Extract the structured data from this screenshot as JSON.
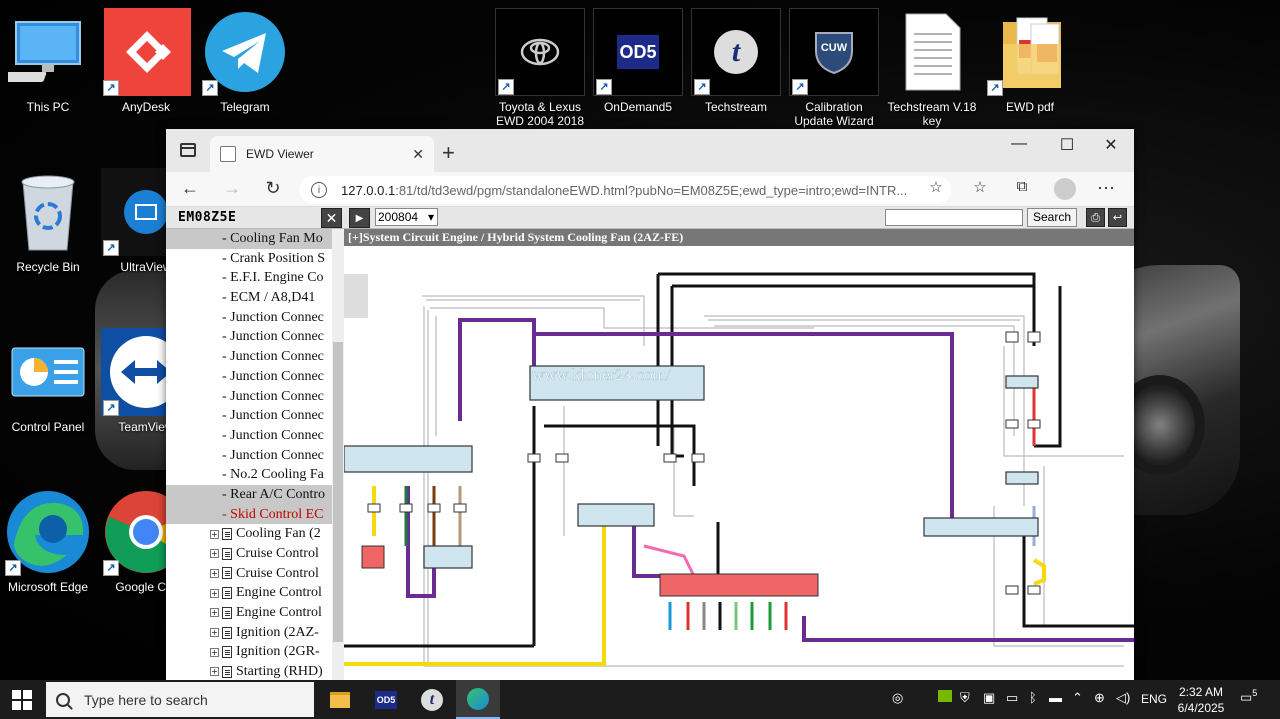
{
  "desktop": {
    "icons": [
      {
        "label": "This PC"
      },
      {
        "label": "AnyDesk"
      },
      {
        "label": "Telegram"
      },
      {
        "label": "Toyota & Lexus EWD 2004 2018"
      },
      {
        "label": "OnDemand5",
        "badge": "OD5"
      },
      {
        "label": "Techstream",
        "badge": "t"
      },
      {
        "label": "Calibration Update Wizard",
        "badge": "CUW"
      },
      {
        "label": "Techstream V.18 key"
      },
      {
        "label": "EWD pdf"
      },
      {
        "label": "Recycle Bin"
      },
      {
        "label": "UltraView"
      },
      {
        "label": "Control Panel"
      },
      {
        "label": "TeamView"
      },
      {
        "label": "Microsoft Edge"
      },
      {
        "label": "Google Chr"
      }
    ]
  },
  "browser": {
    "tab_title": "EWD Viewer",
    "url_host": "127.0.0.1",
    "url_rest": ":81/td/td3ewd/pgm/standaloneEWD.html?pubNo=EM08Z5E;ewd_type=intro;ewd=INTR...",
    "controls": {
      "minimize": "—",
      "maximize": "☐",
      "close": "✕"
    }
  },
  "viewer": {
    "pub_no": "EM08Z5E",
    "close_label": "✕",
    "play_label": "▶",
    "date_select": "200804",
    "search_label": "Search",
    "diagram_title_bracket": "[+]",
    "diagram_title": "System Circuit  Engine / Hybrid System  Cooling Fan (2AZ-FE)",
    "watermark": "www.khmer24.com/",
    "tree_items": [
      {
        "label": "- Cooling Fan Mo",
        "style": "hl"
      },
      {
        "label": "- Crank Position S",
        "style": ""
      },
      {
        "label": "- E.F.I. Engine Co",
        "style": ""
      },
      {
        "label": "- ECM / A8,D41",
        "style": ""
      },
      {
        "label": "- Junction Connec",
        "style": ""
      },
      {
        "label": "- Junction Connec",
        "style": ""
      },
      {
        "label": "- Junction Connec",
        "style": ""
      },
      {
        "label": "- Junction Connec",
        "style": ""
      },
      {
        "label": "- Junction Connec",
        "style": ""
      },
      {
        "label": "- Junction Connec",
        "style": ""
      },
      {
        "label": "- Junction Connec",
        "style": ""
      },
      {
        "label": "- Junction Connec",
        "style": ""
      },
      {
        "label": "- No.2 Cooling Fa",
        "style": ""
      },
      {
        "label": "- Rear A/C Contro",
        "style": "hl"
      },
      {
        "label": "- Skid Control EC",
        "style": "red"
      }
    ],
    "tree_folders": [
      "Cooling Fan (2",
      "Cruise Control",
      "Cruise Control",
      "Engine Control",
      "Engine Control",
      "Ignition (2AZ-",
      "Ignition (2GR-",
      "Starting (RHD)"
    ]
  },
  "taskbar": {
    "search_placeholder": "Type here to search",
    "lang": "ENG",
    "time": "2:32 AM",
    "date": "6/4/2025",
    "notifications": "5"
  }
}
